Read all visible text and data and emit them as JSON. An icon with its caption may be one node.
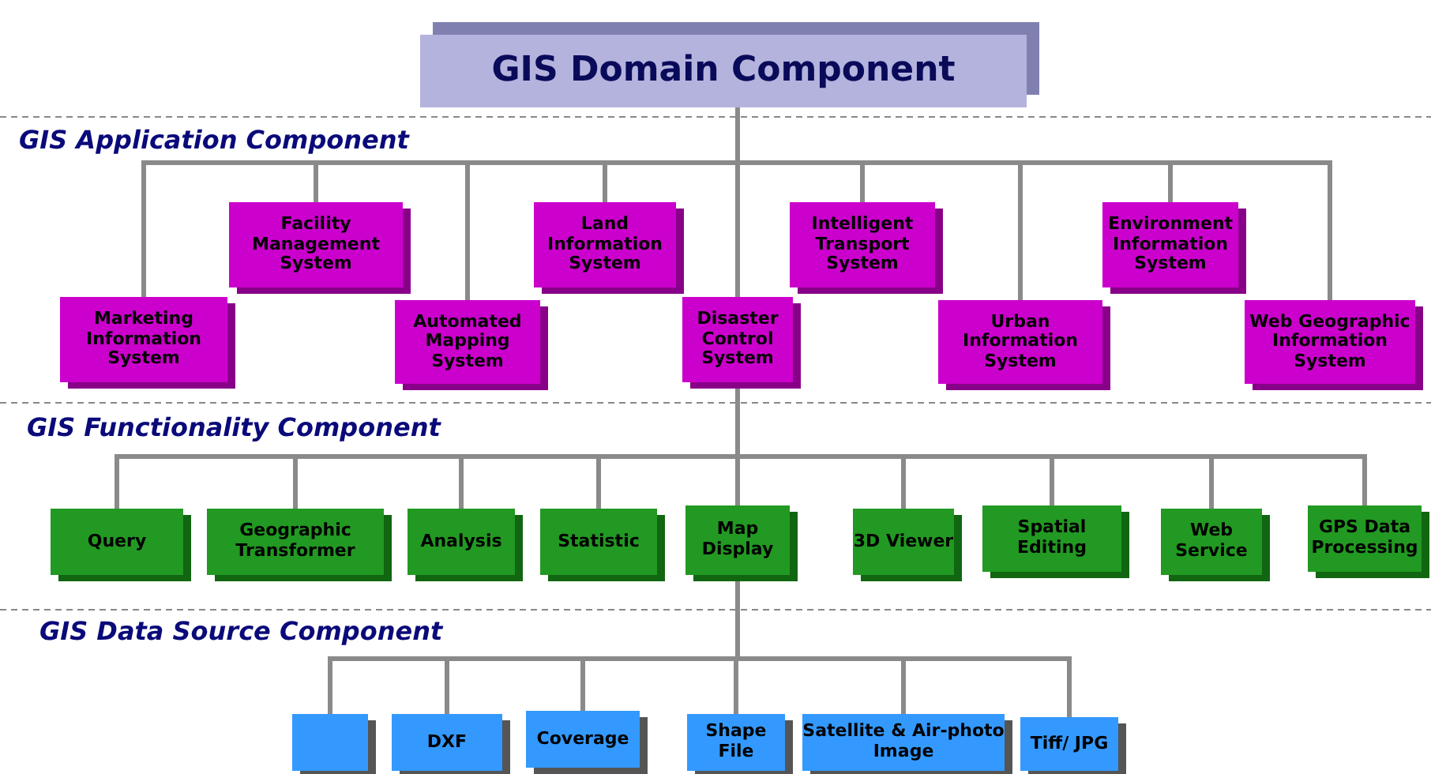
{
  "diagram": {
    "nodes": [
      {
        "text": [
          "GIS Domain Component"
        ]
      },
      {
        "text": [
          "Marketing Information System"
        ]
      },
      {
        "text": [
          "Facility Management System"
        ]
      },
      {
        "text": [
          "Automated Mapping System"
        ]
      },
      {
        "text": [
          "Land Information System"
        ]
      },
      {
        "text": [
          "Disaster Control System"
        ]
      },
      {
        "text": [
          "Intelligent Transport System"
        ]
      },
      {
        "text": [
          "Urban Information System"
        ]
      },
      {
        "text": [
          "Environment Information System"
        ]
      },
      {
        "text": [
          "Web Geographic Information System"
        ]
      },
      {
        "text": [
          "Query"
        ]
      },
      {
        "text": [
          "Geographic Transformer"
        ]
      },
      {
        "text": [
          "Analysis"
        ]
      },
      {
        "text": [
          "Statistic"
        ]
      },
      {
        "text": [
          "Map Display"
        ]
      },
      {
        "text": [
          "3D Viewer"
        ]
      },
      {
        "text": [
          "Spatial Editing"
        ]
      },
      {
        "text": [
          "Web Service"
        ]
      },
      {
        "text": [
          "GPS Data Processing"
        ]
      },
      {
        "text": [],
        "shape": "box"
      },
      {
        "text": [
          "DXF"
        ]
      },
      {
        "text": [
          "Coverage"
        ]
      },
      {
        "text": [
          "Shape File"
        ]
      },
      {
        "text": [
          "Satellite & Air-photo Image"
        ]
      },
      {
        "text": [
          "Tiff/ JPG"
        ]
      }
    ],
    "edges": [
      {
        "from": 0,
        "to": 1,
        "arrow": "none"
      },
      {
        "from": 0,
        "to": 2,
        "arrow": "none"
      },
      {
        "from": 0,
        "to": 3,
        "arrow": "none"
      },
      {
        "from": 0,
        "to": 4,
        "arrow": "none"
      },
      {
        "from": 0,
        "to": 5,
        "arrow": "none"
      },
      {
        "from": 0,
        "to": 6,
        "arrow": "none"
      },
      {
        "from": 0,
        "to": 7,
        "arrow": "none"
      },
      {
        "from": 0,
        "to": 8,
        "arrow": "none"
      },
      {
        "from": 0,
        "to": 9,
        "arrow": "none"
      },
      {
        "from": 5,
        "to": 10,
        "arrow": "none"
      },
      {
        "from": 5,
        "to": 11,
        "arrow": "none"
      },
      {
        "from": 5,
        "to": 12,
        "arrow": "none"
      },
      {
        "from": 5,
        "to": 13,
        "arrow": "none"
      },
      {
        "from": 5,
        "to": 14,
        "arrow": "none"
      },
      {
        "from": 5,
        "to": 15,
        "arrow": "none"
      },
      {
        "from": 5,
        "to": 16,
        "arrow": "none"
      },
      {
        "from": 5,
        "to": 17,
        "arrow": "none"
      },
      {
        "from": 5,
        "to": 18,
        "arrow": "none"
      },
      {
        "from": 14,
        "to": 19,
        "arrow": "none"
      },
      {
        "from": 14,
        "to": 20,
        "arrow": "none"
      },
      {
        "from": 14,
        "to": 21,
        "arrow": "none"
      },
      {
        "from": 14,
        "to": 22,
        "arrow": "none"
      },
      {
        "from": 14,
        "to": 23,
        "arrow": "none"
      },
      {
        "from": 14,
        "to": 24,
        "arrow": "none"
      }
    ],
    "labels": [
      "GIS Application Component",
      "GIS Functionality Component",
      "GIS Data Source Component"
    ]
  }
}
